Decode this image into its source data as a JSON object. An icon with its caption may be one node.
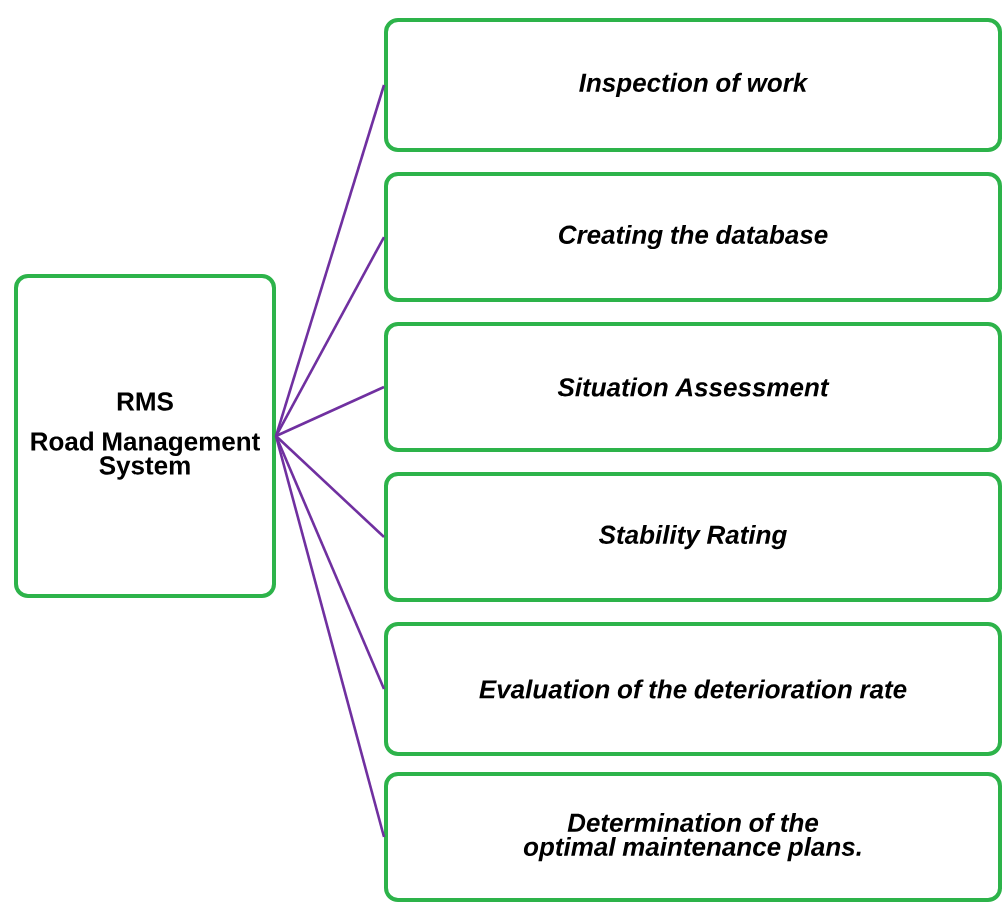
{
  "diagram": {
    "nodes": [
      {
        "text": [
          "RMS",
          "Road Management System"
        ]
      },
      {
        "text": [
          "Inspection of work"
        ]
      },
      {
        "text": [
          "Creating the database"
        ]
      },
      {
        "text": [
          "Situation Assessment"
        ]
      },
      {
        "text": [
          "Stability Rating"
        ]
      },
      {
        "text": [
          "Evaluation of the deterioration rate"
        ]
      },
      {
        "text": [
          "Determination of the optimal maintenance plans."
        ]
      }
    ],
    "edges": [
      {
        "from": 0,
        "to": 1,
        "arrow": "none"
      },
      {
        "from": 0,
        "to": 2,
        "arrow": "none"
      },
      {
        "from": 0,
        "to": 3,
        "arrow": "none"
      },
      {
        "from": 0,
        "to": 4,
        "arrow": "none"
      },
      {
        "from": 0,
        "to": 5,
        "arrow": "none"
      },
      {
        "from": 0,
        "to": 6,
        "arrow": "none"
      }
    ]
  }
}
